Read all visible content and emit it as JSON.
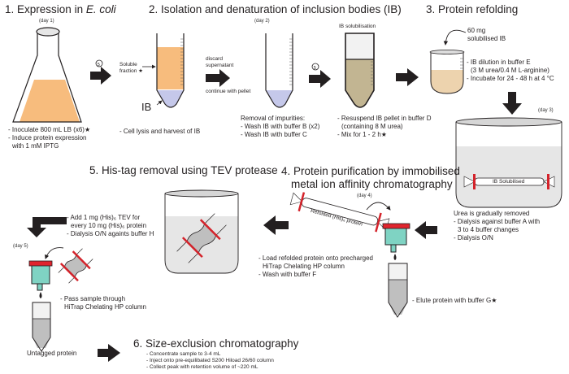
{
  "steps": {
    "s1": {
      "number": "1.",
      "title_prefix": "Expression in ",
      "title_italic": "E. coli",
      "day": "(day 1)",
      "notes": [
        "- Inoculate 800 mL LB (x6)★",
        "- Induce protein expression",
        "  with 1 mM IPTG"
      ]
    },
    "s2": {
      "title": "2. Isolation and denaturation of inclusion bodies (IB)",
      "day": "(day 2)",
      "soluble_label_1": "Soluble",
      "soluble_label_2": "fraction",
      "star": "★",
      "ib_label": "IB",
      "lysis_note": "- Cell lysis and harvest of IB",
      "discard_1": "discard",
      "discard_2": "supernatant",
      "continue": "continue with pellet",
      "impurities": [
        "Removal of impurities:",
        "- Wash IB with buffer B (x2)",
        "- Wash IB with buffer C"
      ],
      "solubilisation_label": "IB solubilisation",
      "resuspend": [
        "- Resuspend IB pellet in buffer D",
        "  (containing 8 M urea)",
        "- Mix for 1 - 2 h★"
      ]
    },
    "s3": {
      "title": "3. Protein refolding",
      "input_1": "60 mg",
      "input_2": "solubilised IB",
      "notes": [
        "- IB dilution in buffer E",
        "  (3 M urea/0.4 M L-arginine)",
        "- Incubate for 24 - 48 h at 4 °C"
      ],
      "day": "(day 3)",
      "bag_label": "IB Solubilised",
      "dialysis": [
        "Urea is gradually removed",
        "- Dialysis against buffer A with",
        "  3 to 4 buffer changes",
        "- Dialysis O/N"
      ]
    },
    "s4": {
      "title_1": "4. Protein purification by immobilised",
      "title_2": "metal ion affinity chromatography",
      "day": "(day 4)",
      "bag_label": "Refolded (His)₆ protein",
      "notes": [
        "- Load refolded protein onto precharged",
        "  HiTrap Chelating HP column",
        "- Wash with buffer F"
      ],
      "elute": "- Elute protein with buffer G★"
    },
    "s5": {
      "title": "5. His-tag removal using TEV protease",
      "notes": [
        "- Add 1 mg (His)₆ TEV for",
        "  every 10 mg (His)₆ protein",
        "- Dialysis O/N againts buffer H"
      ],
      "day": "(day 5)",
      "pass": [
        "- Pass sample through",
        "  HiTrap Chelating HP column"
      ],
      "untagged": "Untagged protein"
    },
    "s6": {
      "title": "6. Size-exclusion chromatography",
      "notes": [
        "- Concentrate sample to 3-4 mL",
        "- Inject onto pre-equilibated S200 Hiload 26/60 column",
        "- Collect peak with retention volume of ~220 mL"
      ]
    }
  },
  "colors": {
    "culture": "#f7bc7d",
    "pellet": "#c5c8ea",
    "urea_solution": "#c2b592",
    "refold_buffer": "#edd3ae",
    "dialysis_buffer": "#e6e6e6",
    "column_resin": "#7fd3c3",
    "column_cap": "#e0242d",
    "eluate": "#bfbfbf",
    "arrow": "#231f20",
    "clip": "#d4232b"
  }
}
